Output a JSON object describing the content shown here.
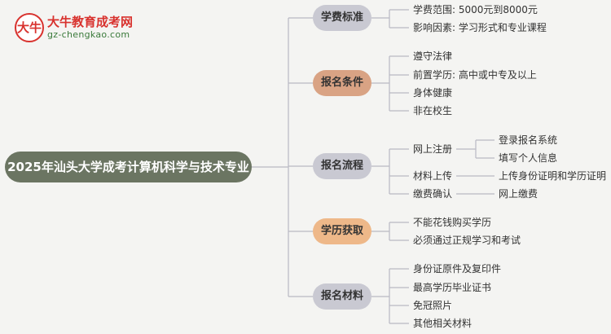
{
  "logo": {
    "badge": "大牛",
    "title": "大牛教育成考网",
    "url": "gz-chengkao.com"
  },
  "colors": {
    "root": "#6b7562",
    "line": "#b9b9c3"
  },
  "root": "2025年汕头大学成考计算机科学与技术专业",
  "branches": [
    {
      "label": "学费标准",
      "items": [
        {
          "text": "学费范围: 5000元到8000元"
        },
        {
          "text": "影响因素: 学习形式和专业课程"
        }
      ]
    },
    {
      "label": "报名条件",
      "items": [
        {
          "text": "遵守法律"
        },
        {
          "text": "前置学历: 高中或中专及以上"
        },
        {
          "text": "身体健康"
        },
        {
          "text": "非在校生"
        }
      ]
    },
    {
      "label": "报名流程",
      "items": [
        {
          "text": "网上注册",
          "children": [
            "登录报名系统",
            "填写个人信息"
          ]
        },
        {
          "text": "材料上传",
          "children": [
            "上传身份证明和学历证明"
          ]
        },
        {
          "text": "缴费确认",
          "children": [
            "网上缴费"
          ]
        }
      ]
    },
    {
      "label": "学历获取",
      "items": [
        {
          "text": "不能花钱购买学历"
        },
        {
          "text": "必须通过正规学习和考试"
        }
      ]
    },
    {
      "label": "报名材料",
      "items": [
        {
          "text": "身份证原件及复印件"
        },
        {
          "text": "最高学历毕业证书"
        },
        {
          "text": "免冠照片"
        },
        {
          "text": "其他相关材料"
        }
      ]
    }
  ]
}
